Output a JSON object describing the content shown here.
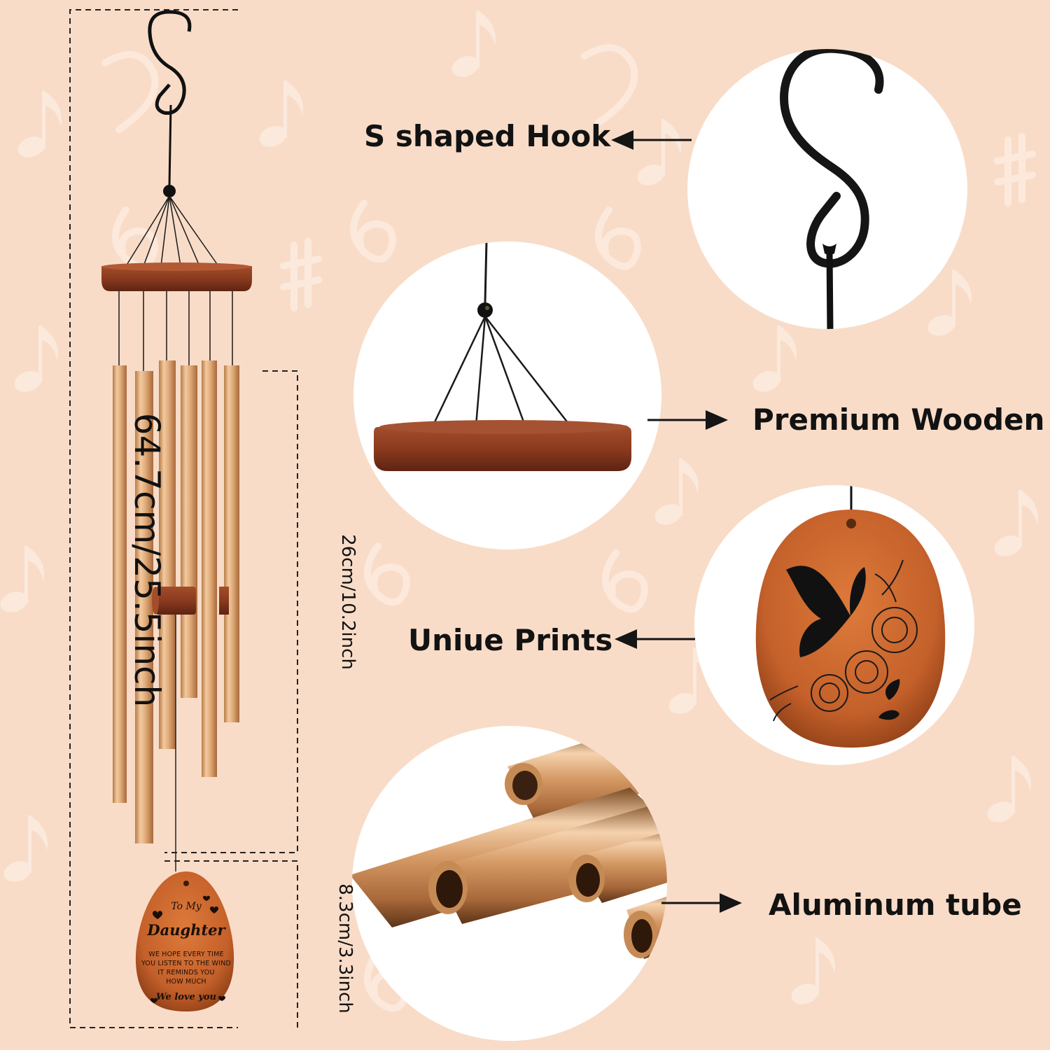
{
  "dimensions": {
    "total": "64.7cm/25.5inch",
    "tube": "26cm/10.2inch",
    "sail": "8.3cm/3.3inch"
  },
  "features": {
    "hook": "S shaped Hook",
    "wood": "Premium Wooden",
    "prints": "Uniue Prints",
    "tube": "Aluminum tube"
  },
  "sail": {
    "line_to": "To My",
    "name": "Daughter",
    "line1": "WE HOPE EVERY TIME",
    "line2": "YOU LISTEN TO THE WIND",
    "line3": "IT REMINDS YOU",
    "line4": "HOW MUCH",
    "closing": "We love you"
  },
  "colors": {
    "background": "#f8dcc8",
    "wood": "#8a3a1e",
    "tube_gold": "#d9a876",
    "sail_wood": "#c9652a",
    "metal_black": "#151515"
  },
  "icons": [
    "music-note-icon",
    "treble-clef-icon",
    "bass-clef-icon",
    "sharp-icon",
    "arrow-left-icon",
    "arrow-right-icon",
    "butterfly-icon",
    "sunflower-icon",
    "heart-icon"
  ]
}
